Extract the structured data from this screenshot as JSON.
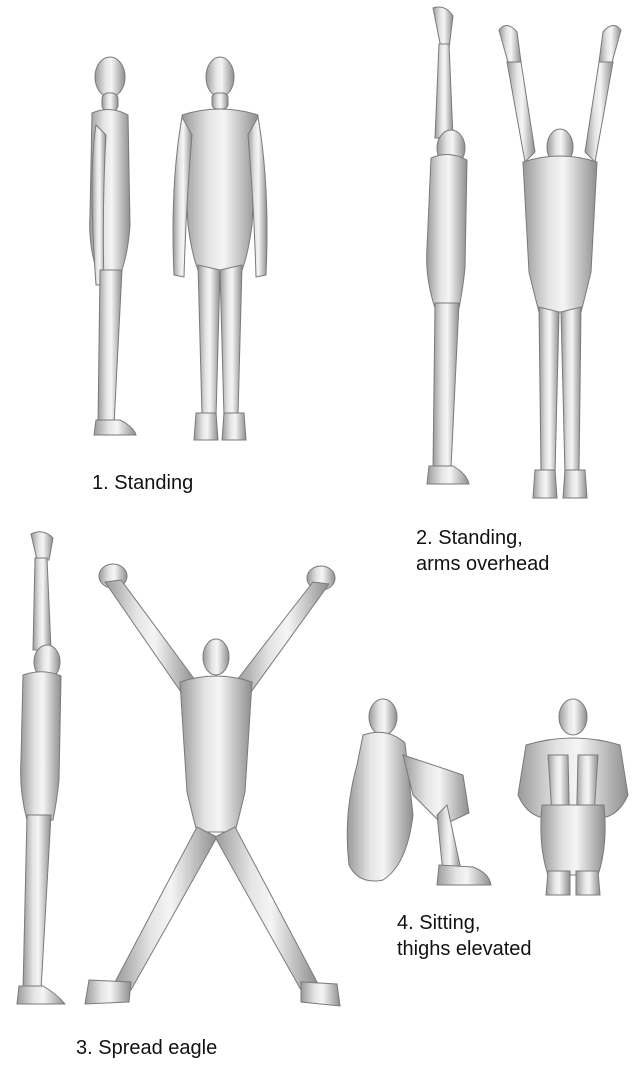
{
  "poses": [
    {
      "id": "standing",
      "caption_lines": [
        "1. Standing"
      ]
    },
    {
      "id": "arms-overhead",
      "caption_lines": [
        "2. Standing,",
        "arms overhead"
      ]
    },
    {
      "id": "spread-eagle",
      "caption_lines": [
        "3. Spread eagle"
      ]
    },
    {
      "id": "sitting",
      "caption_lines": [
        "4. Sitting,",
        "thighs elevated"
      ]
    }
  ],
  "colors": {
    "figure_light": "#eeeeee",
    "figure_mid": "#bdbdbd",
    "figure_dark": "#8a8a8a",
    "outline": "#7a7a7a"
  }
}
